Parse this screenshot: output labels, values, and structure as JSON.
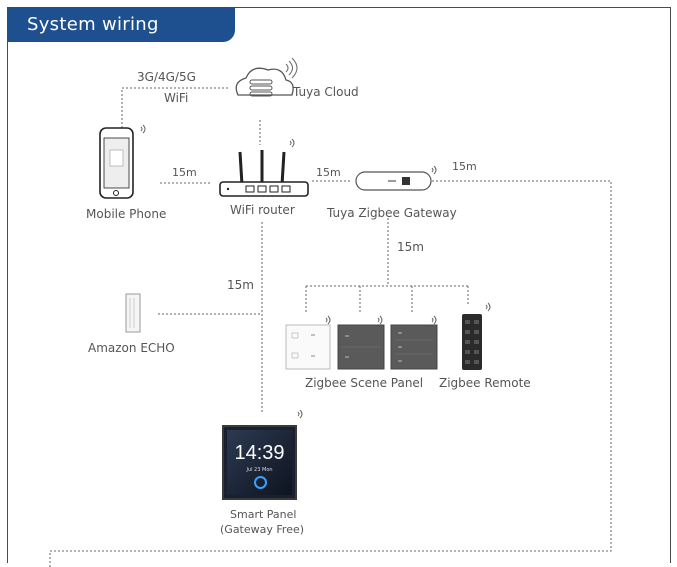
{
  "title": "System wiring",
  "labels": {
    "network": "3G/4G/5G",
    "wifi": "WiFi",
    "cloud": "Tuya Cloud",
    "phone": "Mobile Phone",
    "router": "WiFi router",
    "gateway": "Tuya Zigbee Gateway",
    "echo": "Amazon ECHO",
    "scene_panel": "Zigbee Scene Panel",
    "remote": "Zigbee Remote",
    "smart_panel_1": "Smart Panel",
    "smart_panel_2": "(Gateway Free)"
  },
  "distances": {
    "phone_router": "15m",
    "router_gateway": "15m",
    "gateway_right": "15m",
    "gateway_panels": "15m",
    "echo_router": "15m"
  },
  "smart_panel": {
    "time": "14:39",
    "date": "Jul 23 Mon"
  }
}
